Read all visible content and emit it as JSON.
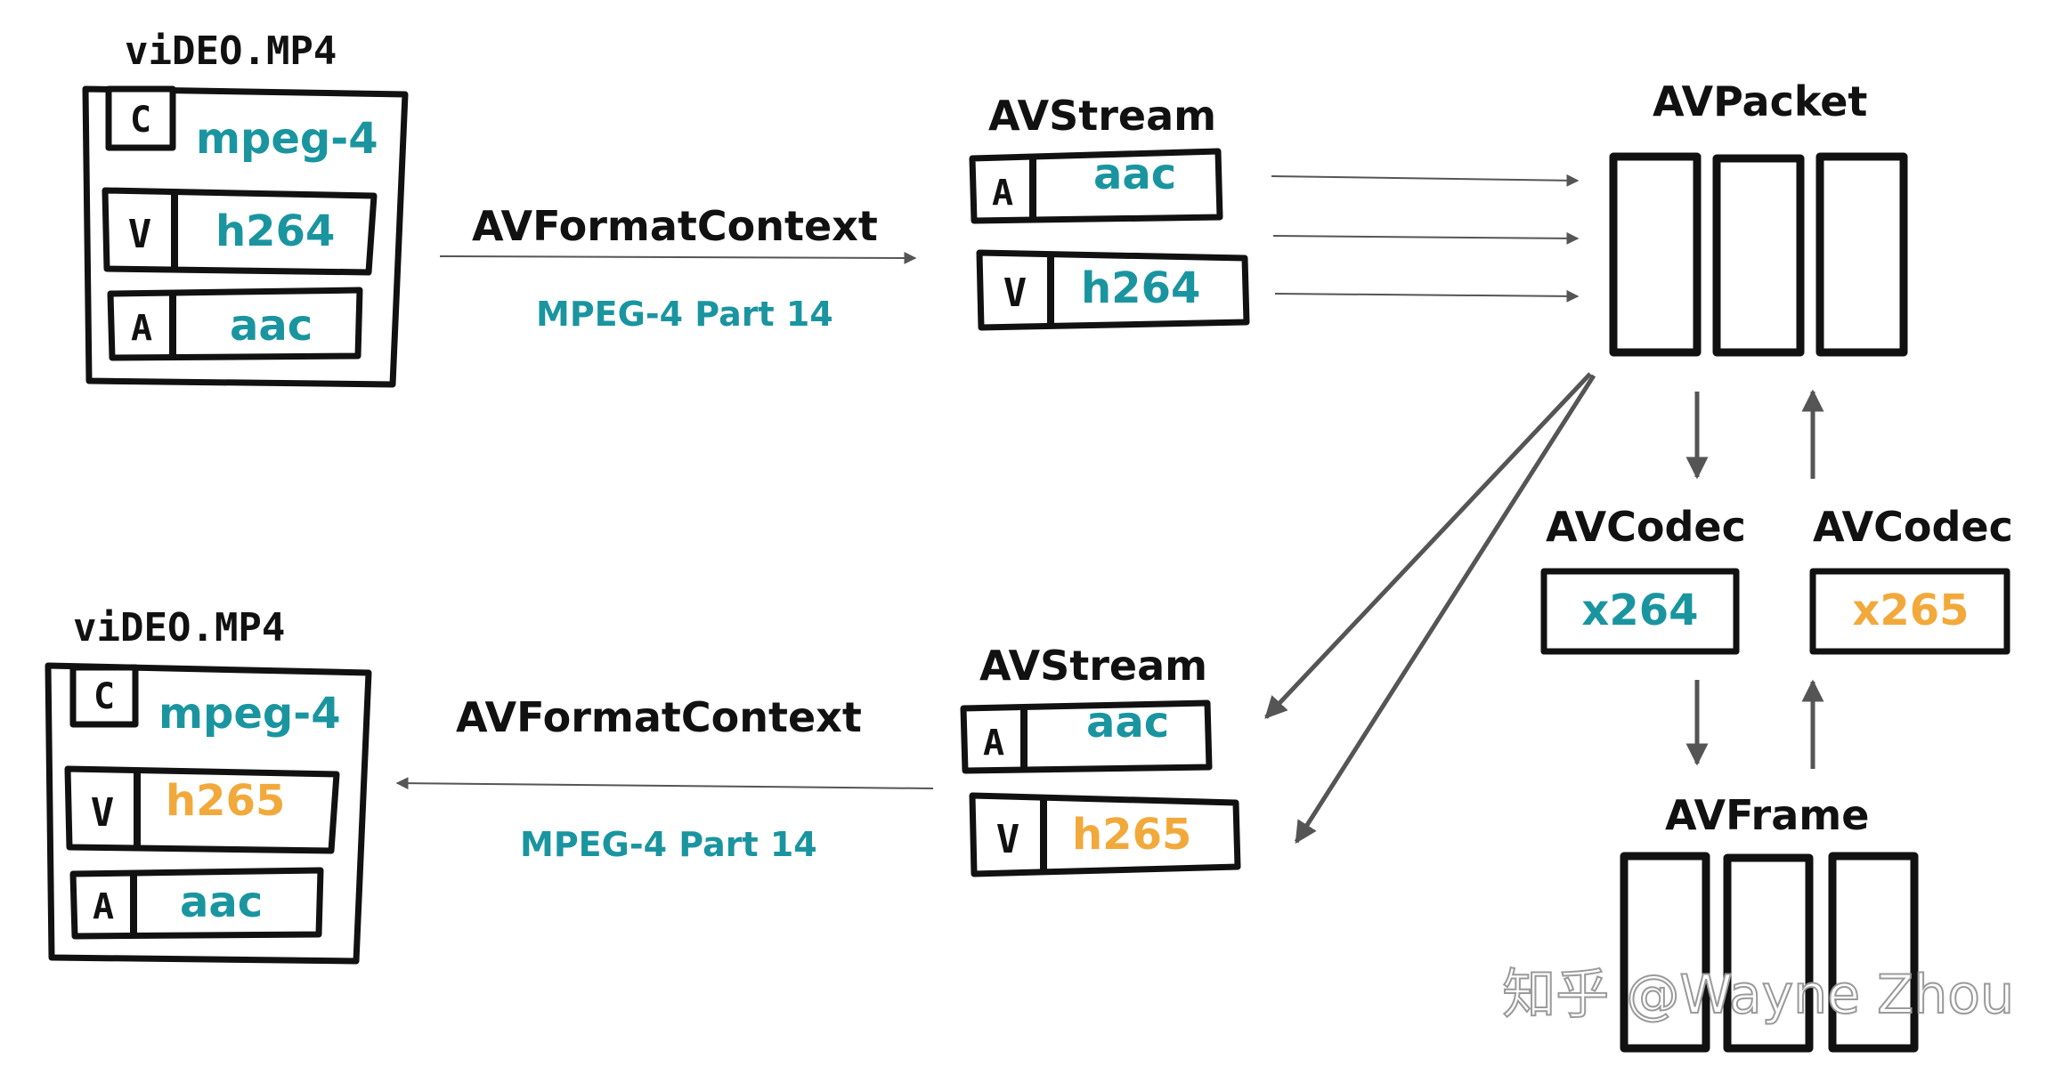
{
  "colors": {
    "teal": "#1a95a0",
    "orange": "#f2a93b",
    "ink": "#111111",
    "arrow": "#555555",
    "watermark": "#9a9a9a"
  },
  "top": {
    "file_title": "viDEO.MP4",
    "container_letter": "C",
    "container_value": "mpeg-4",
    "video_letter": "V",
    "video_value": "h264",
    "audio_letter": "A",
    "audio_value": "aac",
    "format_context_label": "AVFormatContext",
    "format_name": "MPEG-4 Part 14",
    "stream_label": "AVStream",
    "stream_audio_letter": "A",
    "stream_audio_value": "aac",
    "stream_video_letter": "V",
    "stream_video_value": "h264"
  },
  "packet": {
    "label": "AVPacket"
  },
  "codec_decode": {
    "label": "AVCodec",
    "value": "x264"
  },
  "codec_encode": {
    "label": "AVCodec",
    "value": "x265"
  },
  "frame": {
    "label": "AVFrame"
  },
  "bottom": {
    "file_title": "viDEO.MP4",
    "container_letter": "C",
    "container_value": "mpeg-4",
    "video_letter": "V",
    "video_value": "h265",
    "audio_letter": "A",
    "audio_value": "aac",
    "format_context_label": "AVFormatContext",
    "format_name": "MPEG-4 Part 14",
    "stream_label": "AVStream",
    "stream_audio_letter": "A",
    "stream_audio_value": "aac",
    "stream_video_letter": "V",
    "stream_video_value": "h265"
  },
  "watermark": "知乎 @Wayne Zhou"
}
